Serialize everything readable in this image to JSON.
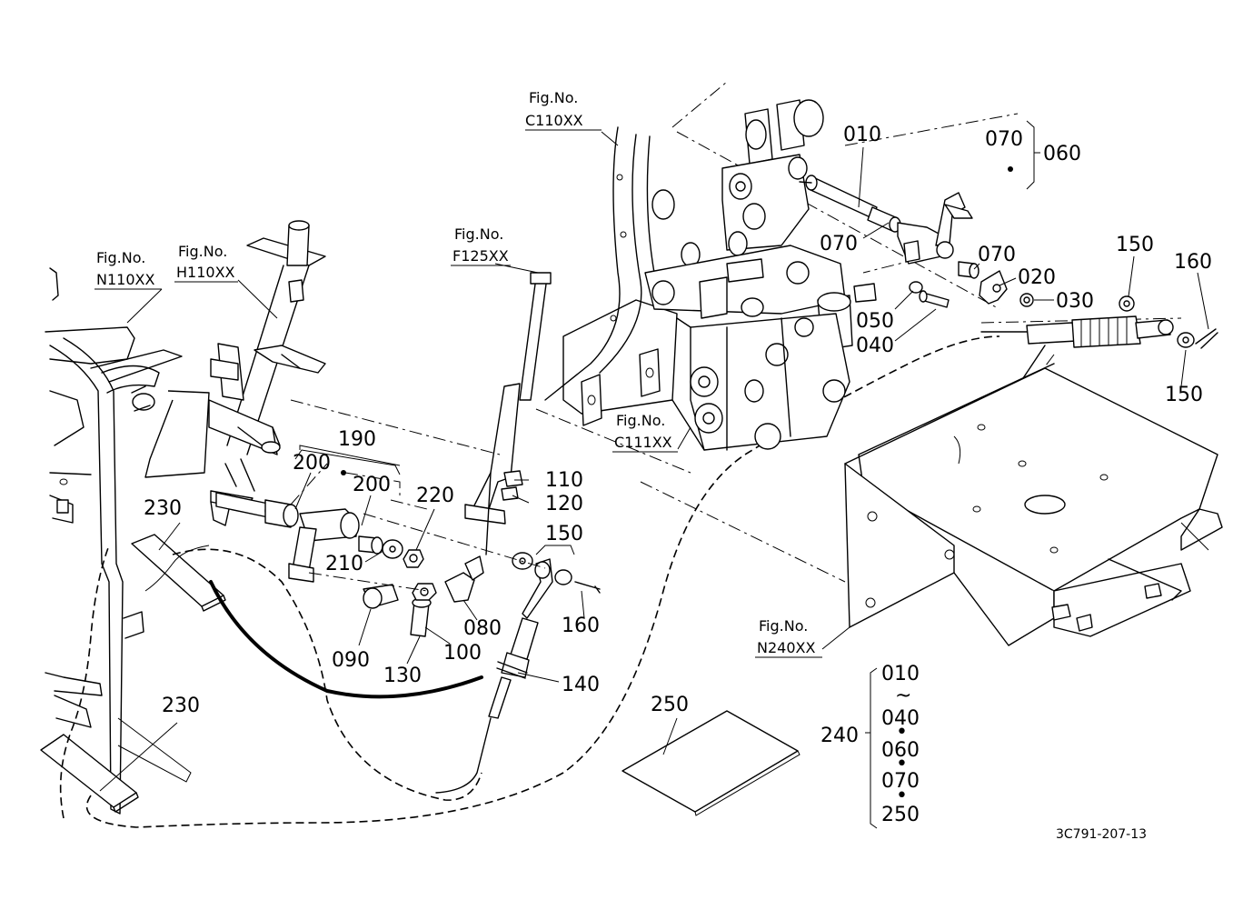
{
  "fig_refs": {
    "c110": {
      "line1": "Fig.No.",
      "line2": "C110XX"
    },
    "n110": {
      "line1": "Fig.No.",
      "line2": "N110XX"
    },
    "h110": {
      "line1": "Fig.No.",
      "line2": "H110XX"
    },
    "f125": {
      "line1": "Fig.No.",
      "line2": "F125XX"
    },
    "c111": {
      "line1": "Fig.No.",
      "line2": "C111XX"
    },
    "n240": {
      "line1": "Fig.No.",
      "line2": "N240XX"
    }
  },
  "callouts": {
    "p010": "010",
    "p070_top": "070",
    "p060": "060",
    "p070_mid": "070",
    "p070_right": "070",
    "p020": "020",
    "p030": "030",
    "p050": "050",
    "p040": "040",
    "p150_top": "150",
    "p160_top": "160",
    "p150_bottom_right": "150",
    "p190": "190",
    "p200_a": "200",
    "p200_b": "200",
    "p220": "220",
    "p110": "110",
    "p120": "120",
    "p150_mid": "150",
    "p210": "210",
    "p230_top": "230",
    "p230_bottom": "230",
    "p160_mid": "160",
    "p080": "080",
    "p090": "090",
    "p100": "100",
    "p130": "130",
    "p140": "140",
    "p250": "250"
  },
  "kit_240": {
    "label": "240",
    "items": [
      "010",
      "~",
      "040",
      "•",
      "060",
      "•",
      "070",
      "•",
      "250"
    ]
  },
  "drawing_code": "3C791-207-13"
}
